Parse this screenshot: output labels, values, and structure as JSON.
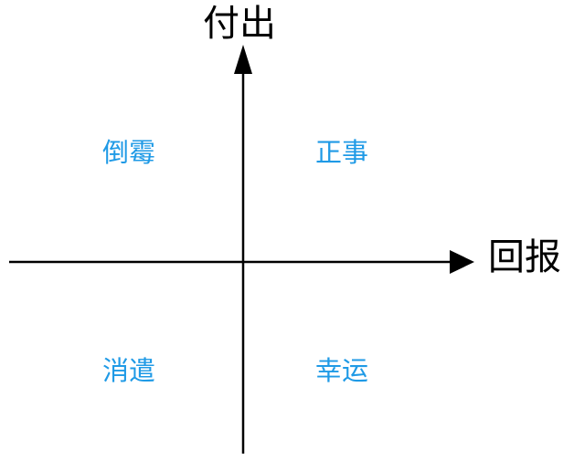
{
  "axes": {
    "vertical_label": "付出",
    "horizontal_label": "回报",
    "line_color": "#000000"
  },
  "quadrants": {
    "top_left": "倒霉",
    "top_right": "正事",
    "bottom_left": "消遣",
    "bottom_right": "幸运"
  },
  "colors": {
    "quadrant_label": "#1f9ae6",
    "background": "#ffffff"
  }
}
